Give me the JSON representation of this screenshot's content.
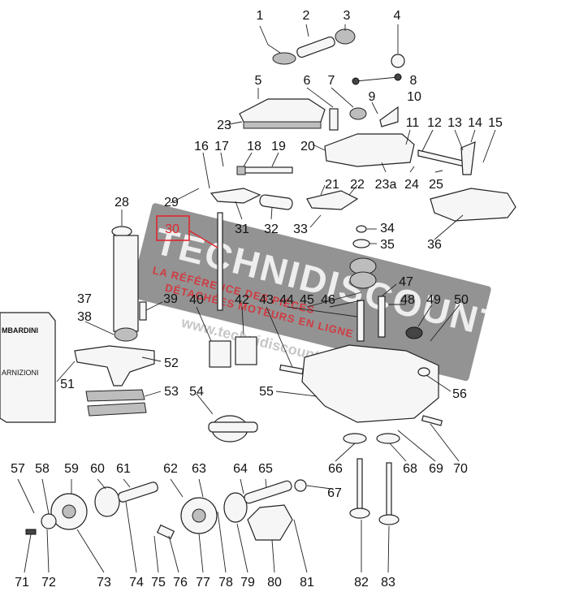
{
  "watermark": {
    "brand": "TECHNIDISCOUNT",
    "tagline_1": "LA RÉFÉRENCE DES PIÈCES",
    "tagline_2": "DÉTACHÉES MOTEURS EN LIGNE",
    "url": "www.technidiscount.com"
  },
  "gasket_box": {
    "brand": "MBARDINI",
    "label": "ARNIZIONI"
  },
  "highlight": {
    "part": "30"
  },
  "parts": [
    "1",
    "2",
    "3",
    "4",
    "5",
    "6",
    "7",
    "8",
    "9",
    "10",
    "11",
    "12",
    "13",
    "14",
    "15",
    "16",
    "17",
    "18",
    "19",
    "20",
    "21",
    "22",
    "23",
    "23a",
    "24",
    "25",
    "28",
    "29",
    "30",
    "31",
    "32",
    "33",
    "34",
    "35",
    "36",
    "37",
    "38",
    "39",
    "40",
    "42",
    "43",
    "44",
    "45",
    "46",
    "47",
    "48",
    "49",
    "50",
    "51",
    "52",
    "53",
    "54",
    "55",
    "56",
    "57",
    "58",
    "59",
    "60",
    "61",
    "62",
    "63",
    "64",
    "65",
    "66",
    "67",
    "68",
    "69",
    "70",
    "71",
    "72",
    "73",
    "74",
    "75",
    "76",
    "77",
    "78",
    "79",
    "80",
    "81",
    "82",
    "83"
  ],
  "colors": {
    "highlight": "#e0262e",
    "ink": "#111111"
  }
}
